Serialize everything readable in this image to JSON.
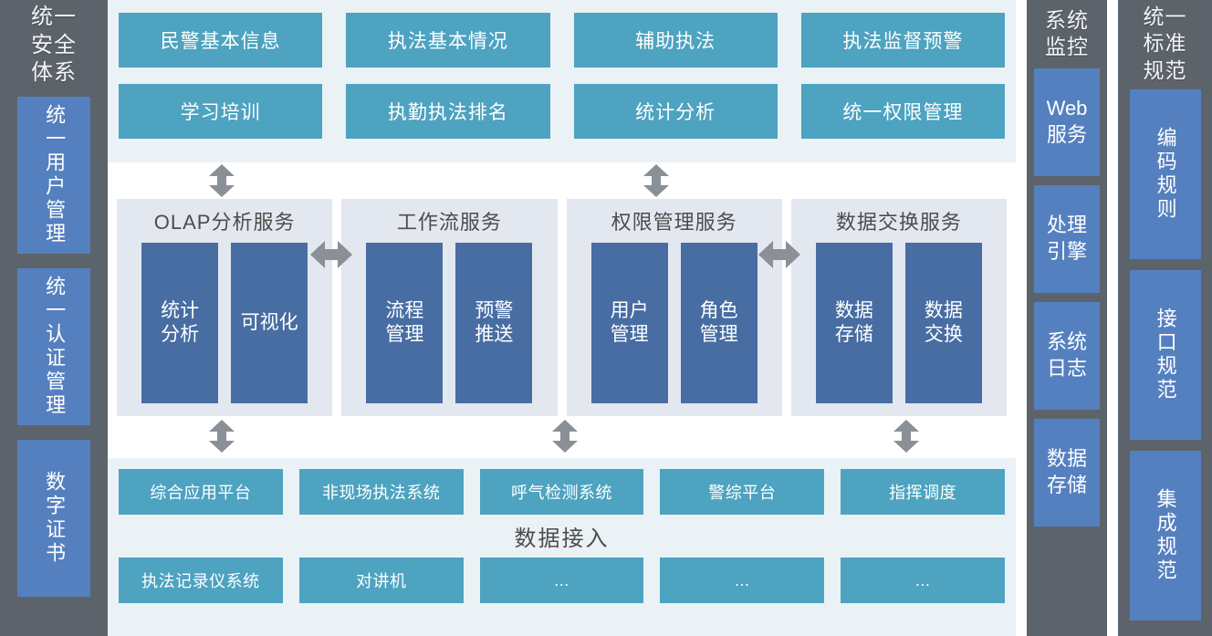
{
  "left_column": {
    "title": "统一\n安全\n体系",
    "items": [
      {
        "label": "统一用户管理"
      },
      {
        "label": "统一认证管理"
      },
      {
        "label": "数字证书"
      }
    ]
  },
  "application_layer": {
    "boxes": [
      {
        "label": "民警基本信息"
      },
      {
        "label": "执法基本情况"
      },
      {
        "label": "辅助执法"
      },
      {
        "label": "执法监督预警"
      },
      {
        "label": "学习培训"
      },
      {
        "label": "执勤执法排名"
      },
      {
        "label": "统计分析"
      },
      {
        "label": "统一权限管理"
      }
    ]
  },
  "service_layer": {
    "panels": [
      {
        "title": "OLAP分析服务",
        "modules": [
          {
            "label": "统计\n分析"
          },
          {
            "label": "可视化"
          }
        ]
      },
      {
        "title": "工作流服务",
        "modules": [
          {
            "label": "流程\n管理"
          },
          {
            "label": "预警\n推送"
          }
        ]
      },
      {
        "title": "权限管理服务",
        "modules": [
          {
            "label": "用户\n管理"
          },
          {
            "label": "角色\n管理"
          }
        ]
      },
      {
        "title": "数据交换服务",
        "modules": [
          {
            "label": "数据\n存储"
          },
          {
            "label": "数据\n交换"
          }
        ]
      }
    ]
  },
  "data_layer": {
    "label": "数据接入",
    "row1": [
      {
        "label": "综合应用平台"
      },
      {
        "label": "非现场执法系统"
      },
      {
        "label": "呼气检测系统"
      },
      {
        "label": "警综平台"
      },
      {
        "label": "指挥调度"
      }
    ],
    "row2": [
      {
        "label": "执法记录仪系统"
      },
      {
        "label": "对讲机"
      },
      {
        "label": "..."
      },
      {
        "label": "..."
      },
      {
        "label": "..."
      }
    ]
  },
  "monitor_column": {
    "title": "系统\n监控",
    "items": [
      {
        "label": "Web\n服务"
      },
      {
        "label": "处理\n引擎"
      },
      {
        "label": "系统\n日志"
      },
      {
        "label": "数据\n存储"
      }
    ]
  },
  "standard_column": {
    "title": "统一\n标准\n规范",
    "items": [
      {
        "label": "编码规则"
      },
      {
        "label": "接口规范"
      },
      {
        "label": "集成规范"
      }
    ]
  },
  "colors": {
    "sidebar_bg": "#5d636b",
    "sidebar_box": "#5580c0",
    "teal_box": "#4da3c0",
    "app_band_bg": "#eaf2f6",
    "service_panel_bg": "#e3e8f0",
    "service_box": "#476da3",
    "arrow": "#8a9096"
  },
  "icons": {
    "vertical_double_arrow": "arrow-up-down-icon",
    "horizontal_double_arrow": "arrow-left-right-icon"
  }
}
